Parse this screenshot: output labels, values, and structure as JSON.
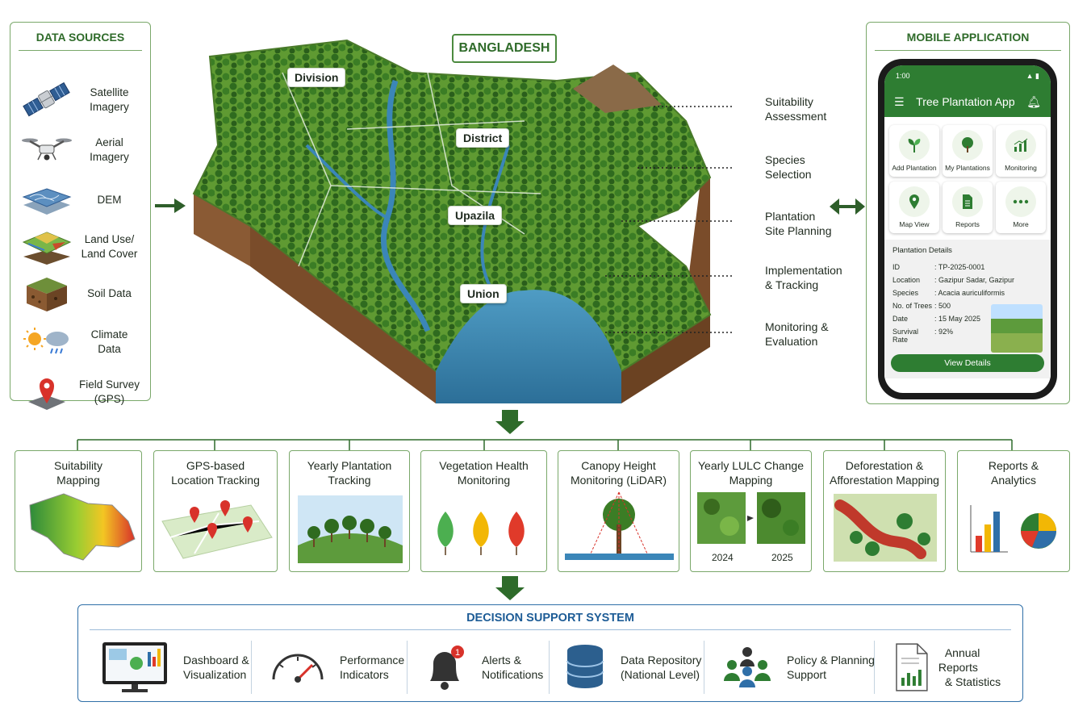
{
  "map_title": "BANGLADESH",
  "data_sources": {
    "title": "DATA SOURCES",
    "items": [
      {
        "label": [
          "Satellite",
          "Imagery"
        ],
        "icon": "satellite-icon"
      },
      {
        "label": [
          "Aerial",
          "Imagery"
        ],
        "icon": "drone-icon"
      },
      {
        "label": [
          "DEM"
        ],
        "icon": "dem-layers-icon"
      },
      {
        "label": [
          "Land Use/",
          "Land Cover"
        ],
        "icon": "land-cover-icon"
      },
      {
        "label": [
          "Soil Data"
        ],
        "icon": "soil-block-icon"
      },
      {
        "label": [
          "Climate",
          "Data"
        ],
        "icon": "sun-cloud-rain-icon"
      },
      {
        "label": [
          "Field Survey",
          "(GPS)"
        ],
        "icon": "gps-pin-icon"
      }
    ]
  },
  "admin_levels": [
    "Division",
    "District",
    "Upazila",
    "Union"
  ],
  "process_steps": [
    [
      "Suitability",
      "Assessment"
    ],
    [
      "Species",
      "Selection"
    ],
    [
      "Plantation",
      "Site Planning"
    ],
    [
      "Implementation",
      "& Tracking"
    ],
    [
      "Monitoring &",
      "Evaluation"
    ]
  ],
  "mobile": {
    "title": "MOBILE APPLICATION",
    "status_time": "1:00",
    "app_name": "Tree Plantation App",
    "tiles": [
      "Add Plantation",
      "My Plantations",
      "Monitoring",
      "Map View",
      "Reports",
      "More"
    ],
    "details_header": "Plantation Details",
    "details": [
      {
        "k": "ID",
        "v": ": TP-2025-0001"
      },
      {
        "k": "Location",
        "v": ": Gazipur Sadar, Gazipur"
      },
      {
        "k": "Species",
        "v": ": Acacia auriculiformis"
      },
      {
        "k": "No. of Trees",
        "v": ": 500"
      },
      {
        "k": "Date",
        "v": ": 15 May 2025"
      },
      {
        "k": "Survival Rate",
        "v": ": 92%"
      }
    ],
    "button": "View Details"
  },
  "analytics": [
    {
      "title": [
        "Suitability",
        "Mapping"
      ]
    },
    {
      "title": [
        "GPS-based",
        "Location Tracking"
      ]
    },
    {
      "title": [
        "Yearly Plantation",
        "Tracking"
      ]
    },
    {
      "title": [
        "Vegetation Health",
        "Monitoring"
      ]
    },
    {
      "title": [
        "Canopy Height",
        "Monitoring (LiDAR)"
      ]
    },
    {
      "title": [
        "Yearly LULC Change",
        "Mapping"
      ],
      "years": [
        "2024",
        "2025"
      ]
    },
    {
      "title": [
        "Deforestation &",
        "Afforestation Mapping"
      ]
    },
    {
      "title": [
        "Reports &",
        "Analytics"
      ]
    }
  ],
  "dss": {
    "title": "DECISION SUPPORT SYSTEM",
    "items": [
      {
        "label": [
          "Dashboard &",
          "Visualization"
        ],
        "icon": "monitor-dashboard-icon"
      },
      {
        "label": [
          "Performance",
          "Indicators"
        ],
        "icon": "gauge-icon"
      },
      {
        "label": [
          "Alerts &",
          "Notifications"
        ],
        "icon": "bell-icon",
        "badge": "1"
      },
      {
        "label": [
          "Data Repository",
          "(National Level)"
        ],
        "icon": "database-icon"
      },
      {
        "label": [
          "Policy & Planning",
          "Support"
        ],
        "icon": "people-group-icon"
      },
      {
        "label": [
          "Annual Reports",
          "& Statistics"
        ],
        "icon": "report-document-icon"
      }
    ]
  },
  "colors": {
    "green": "#2e7d32",
    "border_green": "#7aa86a",
    "dss_blue": "#1d5c96"
  }
}
